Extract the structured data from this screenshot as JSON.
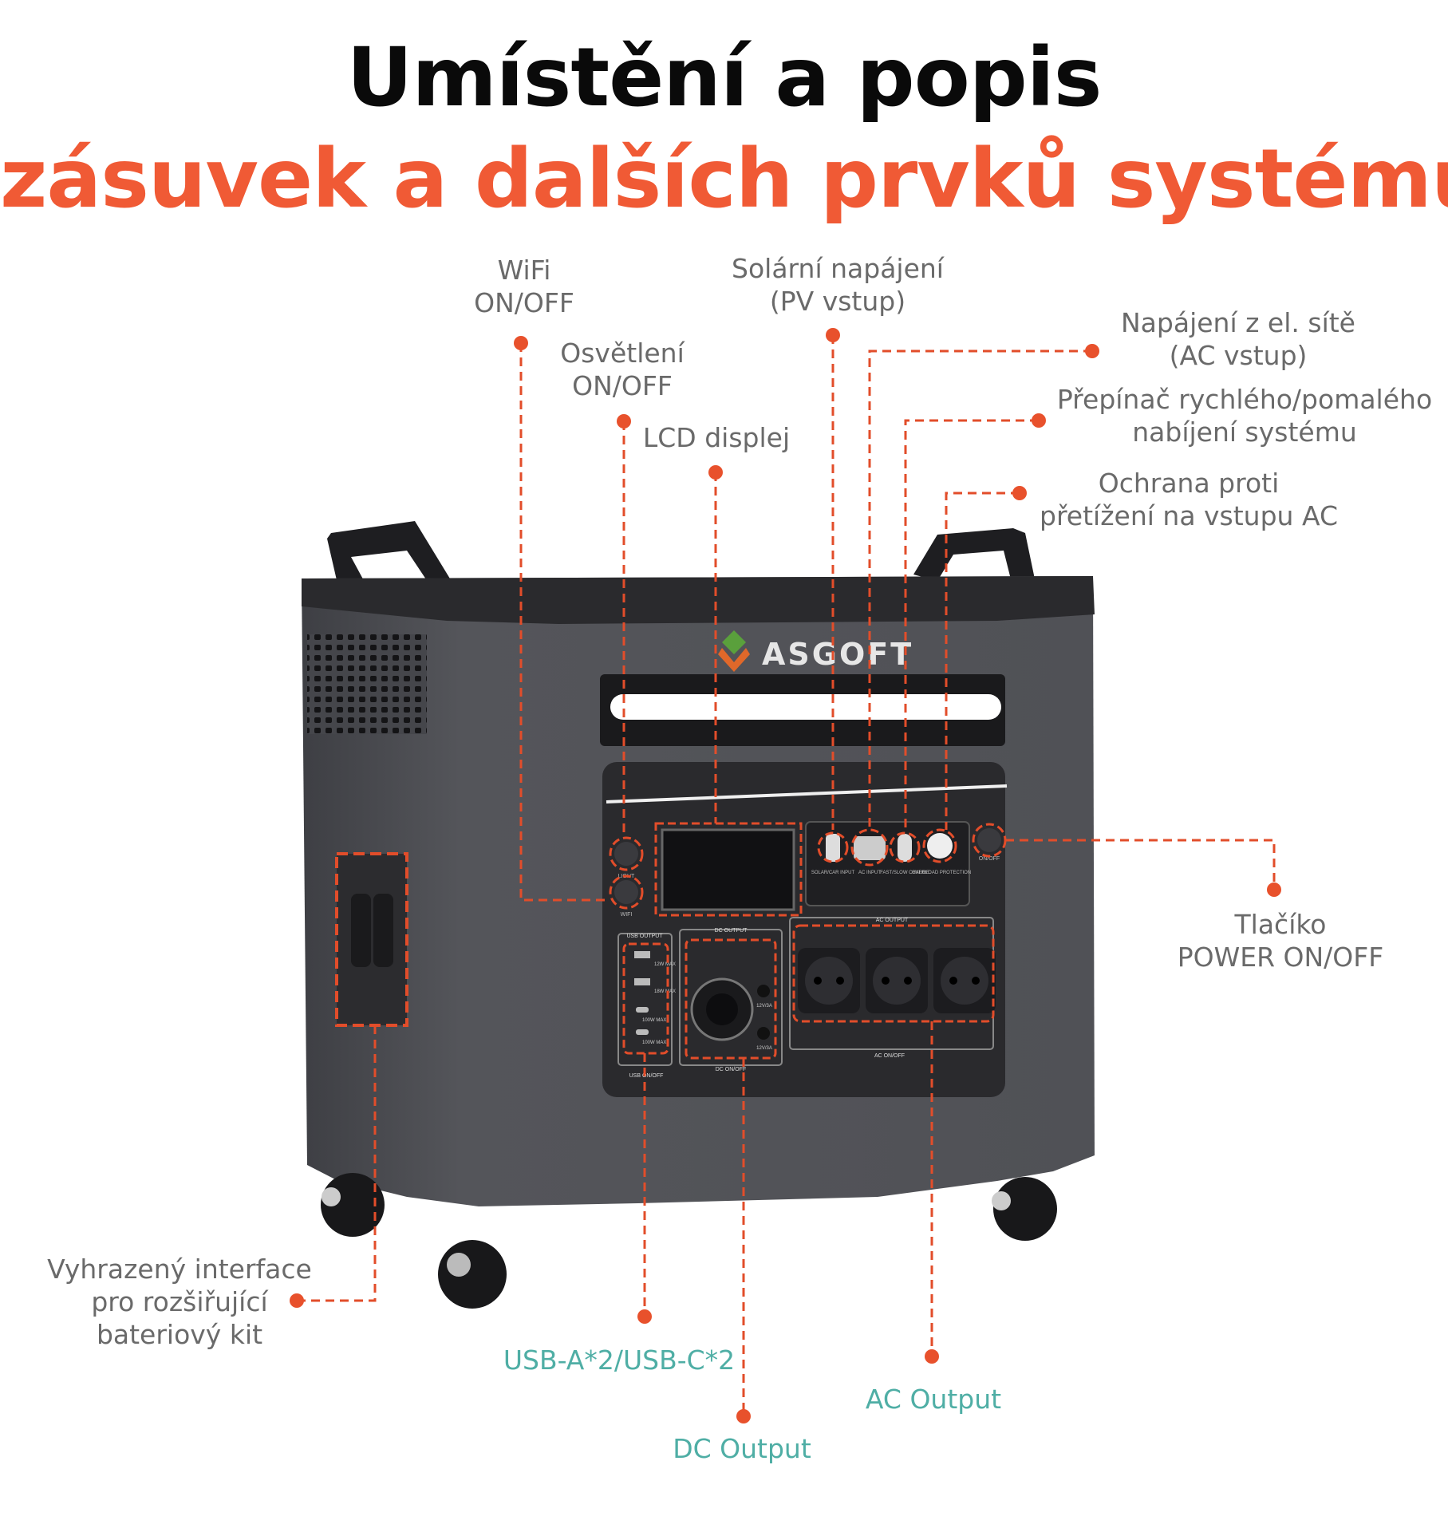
{
  "title": {
    "line1": "Umístění a popis",
    "line2": "zásuvek a dalších prvků systému"
  },
  "colors": {
    "accent": "#f05a35",
    "label": "#6a6a6a",
    "output_label": "#4faea5",
    "device": "#4a4b50"
  },
  "device": {
    "brand": "ASGOFT",
    "panel": {
      "usb_output": "USB OUTPUT",
      "dc_output": "DC OUTPUT",
      "ac_output": "AC OUTPUT",
      "usb_on_off": "USB ON/OFF",
      "dc_on_off": "DC ON/OFF",
      "ac_on_off": "AC ON/OFF",
      "on_off": "ON/OFF",
      "light": "LIGHT",
      "wifi": "WIFI",
      "solar_input": "SOLAR/CAR INPUT",
      "ac_input": "AC INPUT",
      "fast_slow": "FAST/SLOW CHARGE",
      "overload": "OVERLOAD PROTECTION",
      "usb_a1": "12W MAX",
      "usb_a2": "18W MAX",
      "usb_c1": "100W MAX",
      "usb_c2": "100W MAX",
      "dc1": "12V/3A",
      "dc2": "12V/3A"
    }
  },
  "callouts": {
    "wifi": [
      "WiFi",
      "ON/OFF"
    ],
    "light": [
      "Osvětlení",
      "ON/OFF"
    ],
    "lcd": [
      "LCD displej"
    ],
    "solar": [
      "Solární napájení",
      "(PV vstup)"
    ],
    "ac_in": [
      "Napájení z el. sítě",
      "(AC vstup)"
    ],
    "fast_slow": [
      "Přepínač rychlého/pomalého",
      "nabíjení systému"
    ],
    "overload": [
      "Ochrana proti",
      "přetížení na vstupu AC"
    ],
    "power": [
      "Tlačíko",
      "POWER ON/OFF"
    ],
    "battery": [
      "Vyhrazený interface",
      "pro rozšiřující",
      "bateriový kit"
    ],
    "usb": [
      "USB-A*2/USB-C*2"
    ],
    "dc": [
      "DC Output"
    ],
    "ac_out": [
      "AC Output"
    ]
  }
}
